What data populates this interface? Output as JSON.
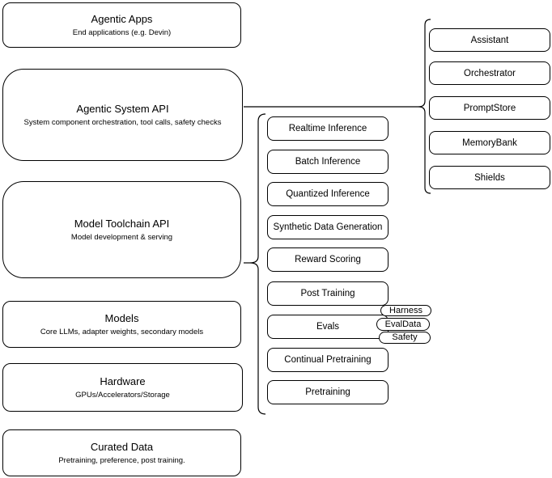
{
  "left_column": [
    {
      "title": "Agentic Apps",
      "subtitle": "End applications (e.g. Devin)"
    },
    {
      "title": "Agentic System API",
      "subtitle": "System component orchestration, tool calls, safety checks"
    },
    {
      "title": "Model Toolchain API",
      "subtitle": "Model development & serving"
    },
    {
      "title": "Models",
      "subtitle": "Core LLMs, adapter weights, secondary models"
    },
    {
      "title": "Hardware",
      "subtitle": "GPUs/Accelerators/Storage"
    },
    {
      "title": "Curated Data",
      "subtitle": "Pretraining, preference, post training."
    }
  ],
  "toolchain_components": [
    "Realtime Inference",
    "Batch Inference",
    "Quantized Inference",
    "Synthetic Data Generation",
    "Reward Scoring",
    "Post Training",
    "Evals",
    "Continual Pretraining",
    "Pretraining"
  ],
  "evals_badges": [
    "Harness",
    "EvalData",
    "Safety"
  ],
  "system_components": [
    "Assistant",
    "Orchestrator",
    "PromptStore",
    "MemoryBank",
    "Shields"
  ],
  "colors": {
    "border": "#000000",
    "background": "#ffffff",
    "text": "#000000"
  }
}
